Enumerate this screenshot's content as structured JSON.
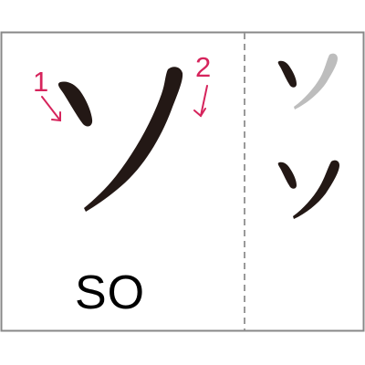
{
  "character": "ソ",
  "romaji": "SO",
  "stroke_numbers": [
    "1",
    "2"
  ],
  "colors": {
    "frame": "#888888",
    "ink": "#231815",
    "faded_stroke": "#bdbdbd",
    "annotation": "#d6245c",
    "divider": "#999999"
  },
  "icons": {
    "arrow1": "arrow-down-right-icon",
    "arrow2": "arrow-down-icon"
  }
}
